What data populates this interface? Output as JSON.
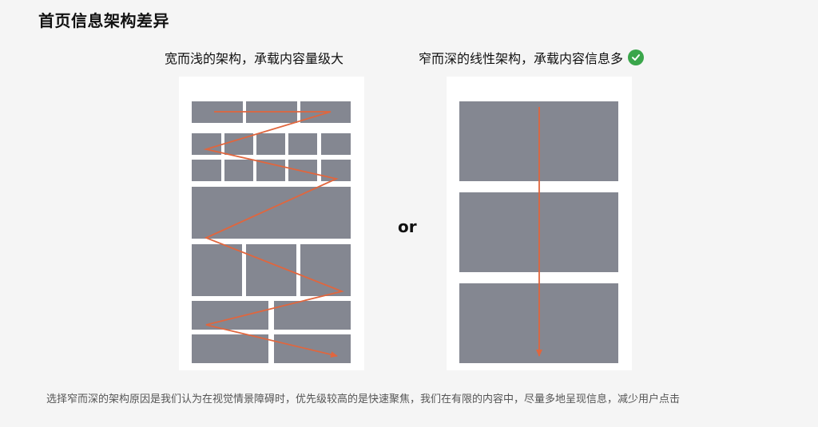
{
  "title": "首页信息架构差异",
  "left_caption": "宽而浅的架构，承载内容量级大",
  "right_caption": "窄而深的线性架构，承载内容信息多",
  "right_caption_icon": "check-circle-icon",
  "separator": "or",
  "footer": "选择窄而深的架构原因是我们认为在视觉情景障碍时，优先级较高的是快速聚焦，我们在有限的内容中，尽量多地呈现信息，减少用户点击",
  "colors": {
    "block": "#848791",
    "arrow": "#e0663e",
    "check": "#3aa64b"
  }
}
